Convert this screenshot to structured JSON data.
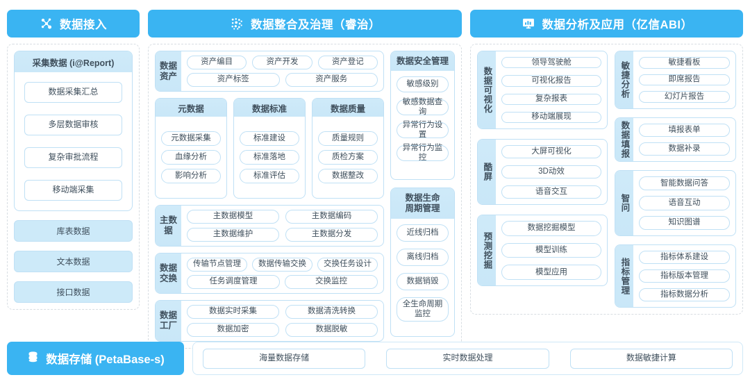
{
  "columns": [
    {
      "id": "ingest",
      "title": "数据接入",
      "icon": "network-nodes-icon",
      "collect_card": {
        "header": "采集数据 (i@Report)",
        "items": [
          "数据采集汇总",
          "多层数据审核",
          "复杂审批流程",
          "移动端采集"
        ]
      },
      "source_blocks": [
        "库表数据",
        "文本数据",
        "接口数据"
      ]
    },
    {
      "id": "govern",
      "title": "数据整合及治理（睿治）",
      "icon": "data-dots-icon",
      "asset_panel": {
        "label": "数据资产",
        "row1": [
          "资产编目",
          "资产开发",
          "资产登记"
        ],
        "row2": [
          "资产标签",
          "资产服务"
        ]
      },
      "trio": [
        {
          "header": "元数据",
          "items": [
            "元数据采集",
            "血缘分析",
            "影响分析"
          ]
        },
        {
          "header": "数据标准",
          "items": [
            "标准建设",
            "标准落地",
            "标准评估"
          ]
        },
        {
          "header": "数据质量",
          "items": [
            "质量规则",
            "质检方案",
            "数据整改"
          ]
        }
      ],
      "master_panel": {
        "label": "主数据",
        "row1": [
          "主数据模型",
          "主数据编码"
        ],
        "row2": [
          "主数据维护",
          "主数据分发"
        ]
      },
      "exchange_panel": {
        "label": "数据交换",
        "row1": [
          "传输节点管理",
          "数据传输交换",
          "交换任务设计"
        ],
        "row2": [
          "任务调度管理",
          "交换监控"
        ]
      },
      "factory_panel": {
        "label": "数据工厂",
        "row1": [
          "数据实时采集",
          "数据清洗转换"
        ],
        "row2": [
          "数据加密",
          "数据脱敏"
        ]
      },
      "security_card": {
        "header": "数据安全管理",
        "items": [
          "敏感级别",
          "敏感数据查询",
          "异常行为设置",
          "异常行为监控"
        ]
      },
      "lifecycle_card": {
        "header": "数据生命\n周期管理",
        "items": [
          "近线归档",
          "离线归档",
          "数据销毁",
          "全生命周期\n监控"
        ]
      }
    },
    {
      "id": "analysis",
      "title": "数据分析及应用（亿信ABI）",
      "icon": "monitor-chart-icon",
      "left_panels": [
        {
          "label": "数据可视化",
          "items": [
            "领导驾驶舱",
            "可视化报告",
            "复杂报表",
            "移动端展现"
          ]
        },
        {
          "label": "酷屏",
          "items": [
            "大屏可视化",
            "3D动效",
            "语音交互"
          ]
        },
        {
          "label": "预测挖掘",
          "items": [
            "数据挖掘模型",
            "模型训练",
            "模型应用"
          ]
        }
      ],
      "right_panels": [
        {
          "label": "敏捷分析",
          "items": [
            "敏捷看板",
            "即席报告",
            "幻灯片报告"
          ]
        },
        {
          "label": "数据填报",
          "items": [
            "填报表单",
            "数据补录"
          ]
        },
        {
          "label": "智问",
          "items": [
            "智能数据问答",
            "语音互动",
            "知识图谱"
          ]
        },
        {
          "label": "指标管理",
          "items": [
            "指标体系建设",
            "指标版本管理",
            "指标数据分析"
          ]
        }
      ]
    }
  ],
  "storage": {
    "title": "数据存储 (PetaBase-s)",
    "icon": "database-stack-icon",
    "items": [
      "海量数据存储",
      "实时数据处理",
      "数据敏捷计算"
    ]
  },
  "colors": {
    "header_blue": "#3ab4f2",
    "panel_fill": "#cfeaf9",
    "pill_border": "#bfe0f5",
    "container_border": "#d7dde2",
    "text": "#3f4f5c"
  }
}
